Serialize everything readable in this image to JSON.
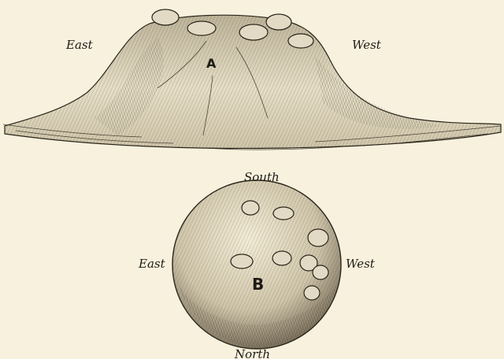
{
  "figure_a": {
    "letter": "A",
    "left_label": "East",
    "right_label": "West"
  },
  "figure_b": {
    "letter": "B",
    "top_label": "South",
    "bottom_label": "North",
    "left_label": "East",
    "right_label": "West"
  },
  "colors": {
    "paper": "#f7f1de",
    "ink": "#1e1a14",
    "stone": "#e2dac4"
  }
}
